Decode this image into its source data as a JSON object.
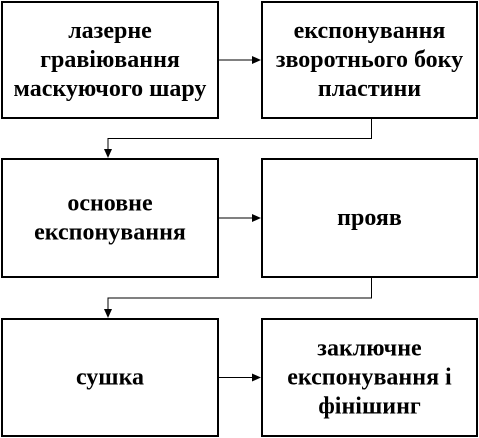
{
  "steps": [
    {
      "id": "laser-engraving",
      "lines": [
        "лазерне",
        "гравіювання",
        "маскуючого шару"
      ]
    },
    {
      "id": "back-exposure",
      "lines": [
        "експонування",
        "зворотнього боку",
        "пластини"
      ]
    },
    {
      "id": "main-exposure",
      "lines": [
        "основне",
        "експонування"
      ]
    },
    {
      "id": "development",
      "lines": [
        "прояв"
      ]
    },
    {
      "id": "drying",
      "lines": [
        "сушка"
      ]
    },
    {
      "id": "final-exposure",
      "lines": [
        "заключне",
        "експонування і",
        "фінішинг"
      ]
    }
  ],
  "connections": [
    {
      "from": "laser-engraving",
      "to": "back-exposure"
    },
    {
      "from": "back-exposure",
      "to": "main-exposure"
    },
    {
      "from": "main-exposure",
      "to": "development"
    },
    {
      "from": "development",
      "to": "drying"
    },
    {
      "from": "drying",
      "to": "final-exposure"
    }
  ]
}
